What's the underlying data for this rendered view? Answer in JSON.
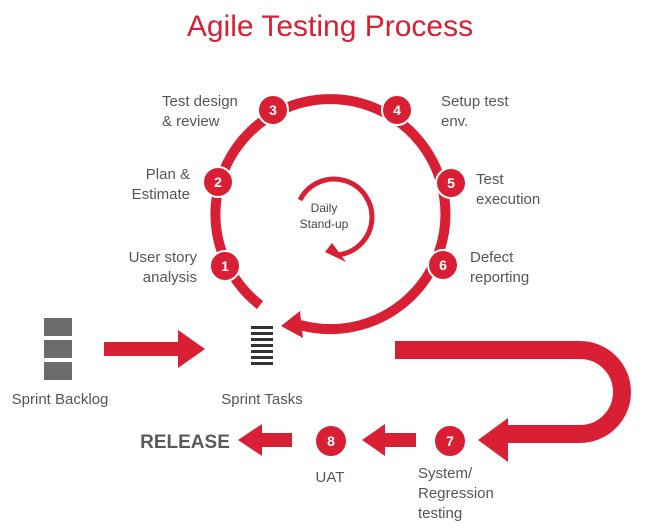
{
  "title": "Agile Testing Process",
  "colors": {
    "accent": "#d81f33",
    "text": "#555555",
    "block": "#6b6b6b"
  },
  "steps": [
    {
      "num": "1",
      "lines": [
        "User story",
        "analysis"
      ]
    },
    {
      "num": "2",
      "lines": [
        "Plan &",
        "Estimate"
      ]
    },
    {
      "num": "3",
      "lines": [
        "Test design",
        "& review"
      ]
    },
    {
      "num": "4",
      "lines": [
        "Setup test",
        "env."
      ]
    },
    {
      "num": "5",
      "lines": [
        "Test",
        "execution"
      ]
    },
    {
      "num": "6",
      "lines": [
        "Defect",
        "reporting"
      ]
    },
    {
      "num": "7",
      "lines": [
        "System/",
        "Regression",
        "testing"
      ]
    },
    {
      "num": "8",
      "lines": [
        "UAT"
      ]
    }
  ],
  "center": {
    "lines": [
      "Daily",
      "Stand-up"
    ]
  },
  "sprint_backlog": "Sprint Backlog",
  "sprint_tasks": "Sprint Tasks",
  "release": "RELEASE"
}
